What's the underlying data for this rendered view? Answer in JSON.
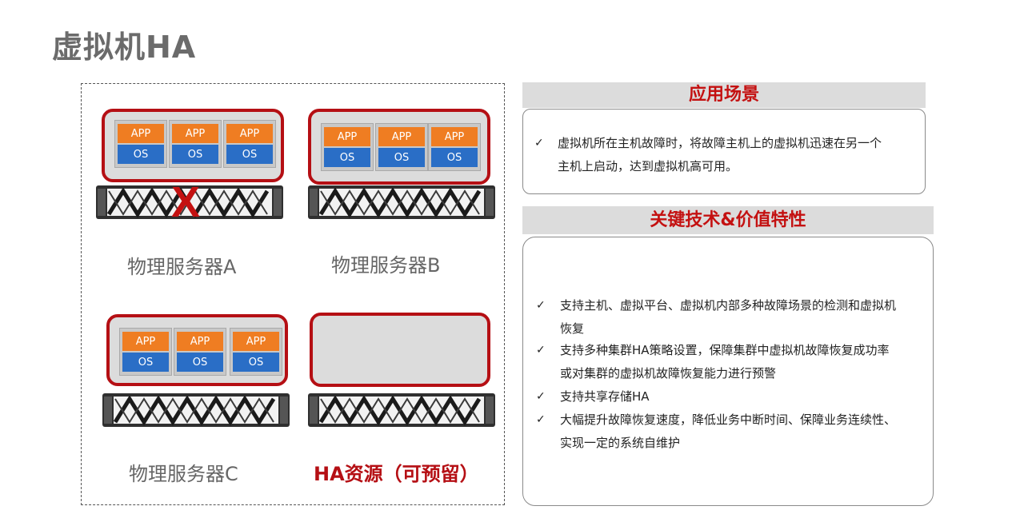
{
  "title": "虚拟机HA",
  "vm": {
    "app_label": "APP",
    "os_label": "OS"
  },
  "servers": {
    "a_label": "物理服务器A",
    "b_label": "物理服务器B",
    "c_label": "物理服务器C",
    "ha_label": "HA资源（可预留）",
    "failure_mark": "X"
  },
  "scenario": {
    "heading": "应用场景",
    "bullets": [
      {
        "check": "✓",
        "lines": [
          "虚拟机所在主机故障时，将故障主机上的虚拟机迅速在另一个",
          "主机上启动，达到虚拟机高可用。"
        ]
      }
    ]
  },
  "features": {
    "heading": "关键技术&价值特性",
    "bullets": [
      {
        "check": "✓",
        "lines": [
          "支持主机、虚拟平台、虚拟机内部多种故障场景的检测和虚拟机",
          "恢复"
        ]
      },
      {
        "check": "✓",
        "lines": [
          "支持多种集群HA策略设置，保障集群中虚拟机故障恢复成功率",
          "或对集群的虚拟机故障恢复能力进行预警"
        ]
      },
      {
        "check": "✓",
        "lines": [
          "支持共享存储HA"
        ]
      },
      {
        "check": "✓",
        "lines": [
          "大幅提升故障恢复速度，降低业务中断时间、保障业务连续性、",
          "实现一定的系统自维护"
        ]
      }
    ]
  },
  "colors": {
    "accent_red": "#b50f14",
    "app_orange": "#ef7d22",
    "os_blue": "#2a6ec6",
    "title_gray": "#6b6b6b"
  }
}
